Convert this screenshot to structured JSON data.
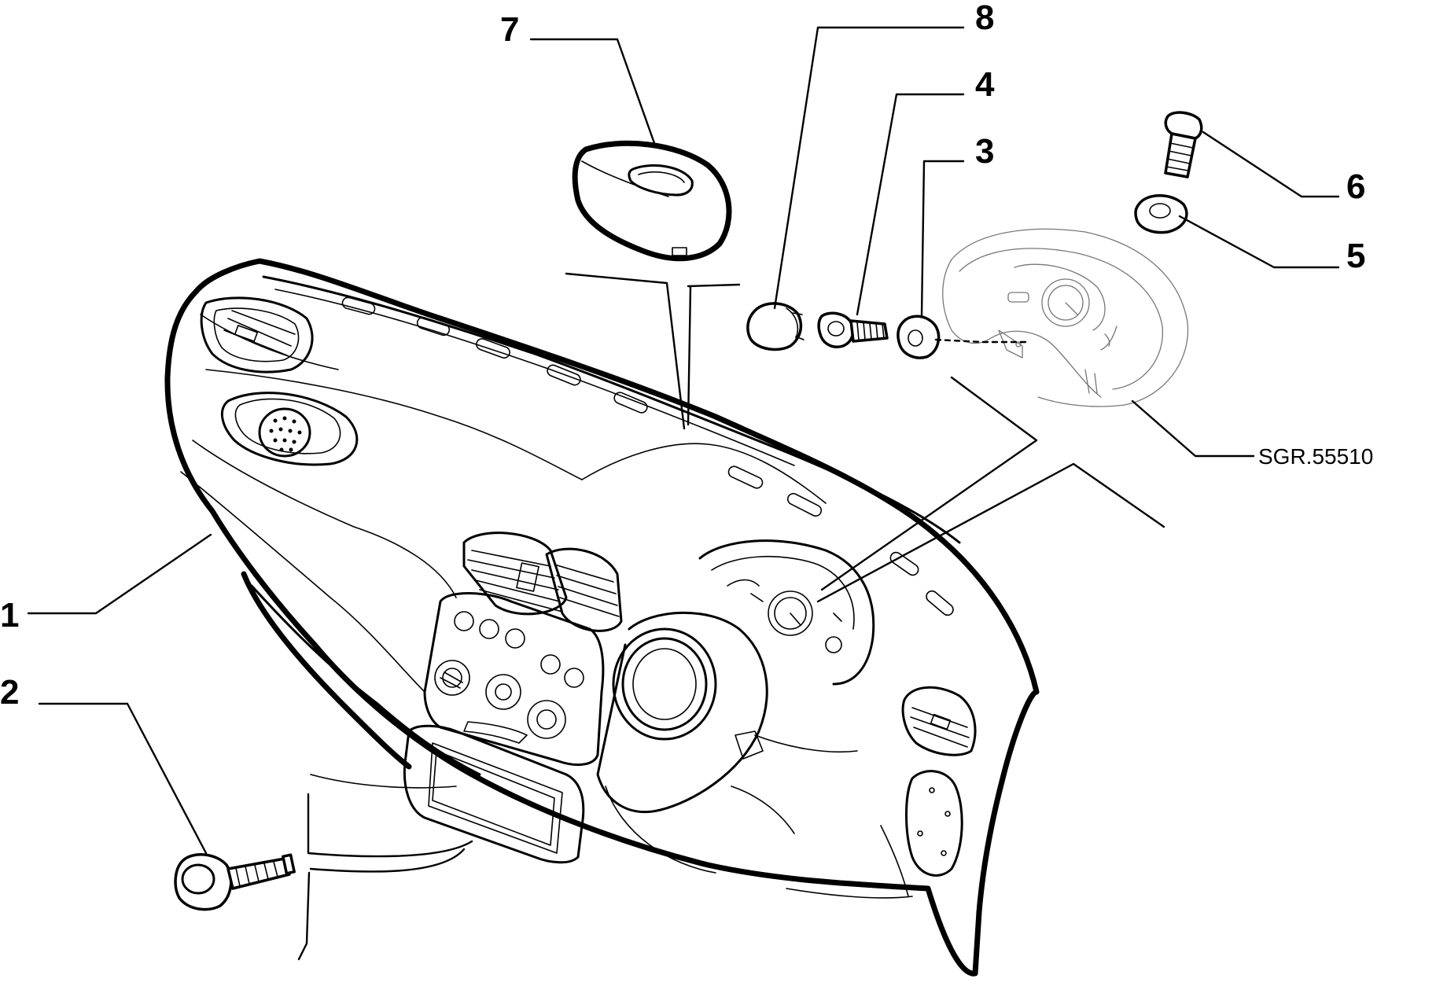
{
  "diagram": {
    "callouts": [
      {
        "id": "1",
        "text": "1"
      },
      {
        "id": "2",
        "text": "2"
      },
      {
        "id": "3",
        "text": "3"
      },
      {
        "id": "4",
        "text": "4"
      },
      {
        "id": "5",
        "text": "5"
      },
      {
        "id": "6",
        "text": "6"
      },
      {
        "id": "7",
        "text": "7"
      },
      {
        "id": "8",
        "text": "8"
      }
    ],
    "drawing_code": "SGR.55510"
  }
}
